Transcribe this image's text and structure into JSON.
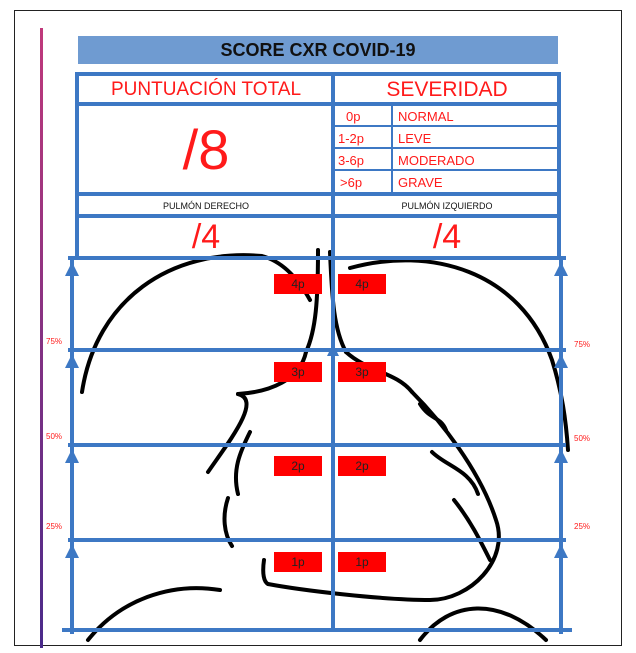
{
  "title": "SCORE CXR COVID-19",
  "total_header": "PUNTUACIÓN TOTAL",
  "severity_header": "SEVERIDAD",
  "total_score": "/8",
  "severity": [
    {
      "points": "0p",
      "label": "NORMAL"
    },
    {
      "points": "1-2p",
      "label": "LEVE"
    },
    {
      "points": "3-6p",
      "label": "MODERADO"
    },
    {
      "points": ">6p",
      "label": "GRAVE"
    }
  ],
  "right_lung_label": "PULMÓN DERECHO",
  "left_lung_label": "PULMÓN IZQUIERDO",
  "right_lung_score": "/4",
  "left_lung_score": "/4",
  "zone_points": [
    "4p",
    "3p",
    "2p",
    "1p"
  ],
  "percent_labels": [
    "75%",
    "50%",
    "25%"
  ],
  "colors": {
    "grid": "#3d78c4",
    "title_bg": "#6f9bd1",
    "accent": "#ff1a1a"
  }
}
